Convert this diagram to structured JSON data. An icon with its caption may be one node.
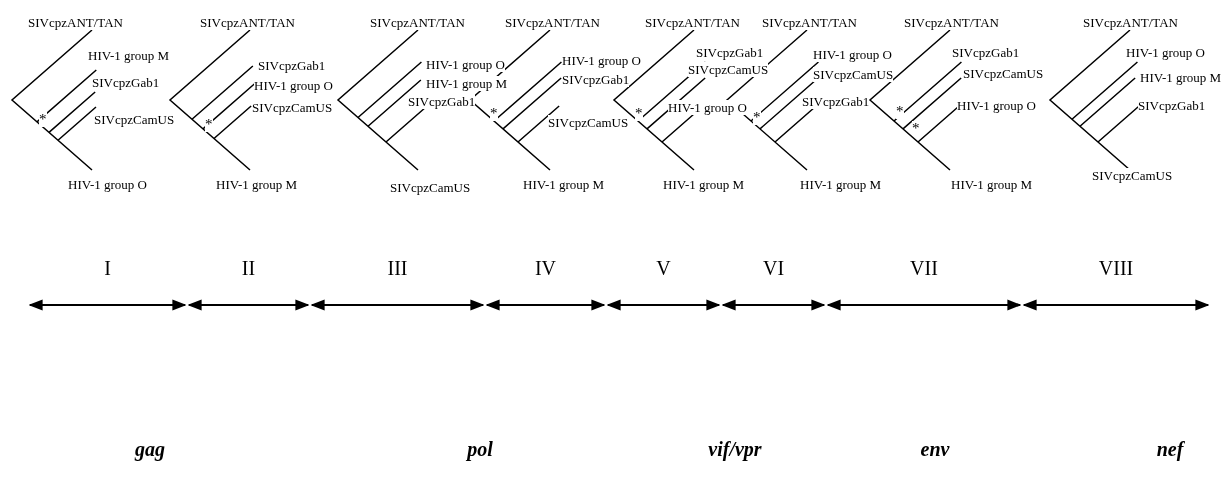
{
  "diagram": {
    "labels": [
      "SIVcpzANT/TAN",
      "HIV-1 group M",
      "SIVcpzGab1",
      "SIVcpzCamUS",
      "HIV-1 group O",
      "*",
      "SIVcpzANT/TAN",
      "SIVcpzGab1",
      "HIV-1 group O",
      "SIVcpzCamUS",
      "HIV-1 group M",
      "*",
      "SIVcpzANT/TAN",
      "HIV-1 group O",
      "HIV-1 group M",
      "SIVcpzGab1",
      "SIVcpzCamUS",
      "SIVcpzANT/TAN",
      "HIV-1 group O",
      "SIVcpzGab1",
      "SIVcpzCamUS",
      "HIV-1 group M",
      "*",
      "SIVcpzANT/TAN",
      "SIVcpzGab1",
      "SIVcpzCamUS",
      "HIV-1 group O",
      "HIV-1 group M",
      "*",
      "SIVcpzANT/TAN",
      "HIV-1 group O",
      "SIVcpzCamUS",
      "SIVcpzGab1",
      "HIV-1 group M",
      "*",
      "SIVcpzANT/TAN",
      "SIVcpzGab1",
      "SIVcpzCamUS",
      "HIV-1 group O",
      "HIV-1 group M",
      "*",
      "*",
      "SIVcpzANT/TAN",
      "HIV-1 group O",
      "HIV-1 group M",
      "SIVcpzGab1",
      "SIVcpzCamUS",
      "I",
      "II",
      "III",
      "IV",
      "V",
      "VI",
      "VII",
      "VIII",
      "gag",
      "pol",
      "vif/vpr",
      "env",
      "nef"
    ]
  }
}
